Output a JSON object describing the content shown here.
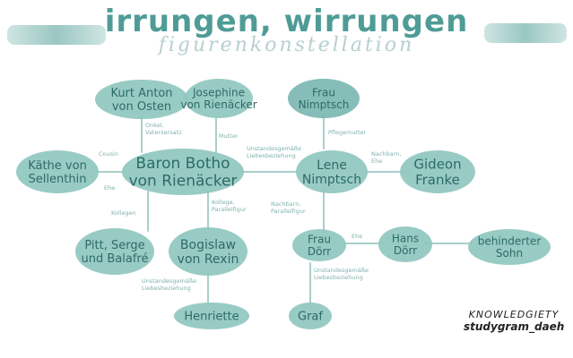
{
  "header": {
    "title": "irrungen, wirrungen",
    "subtitle": "figurenkonstellation"
  },
  "nodes": {
    "kurt": [
      "Kurt Anton",
      "von Osten"
    ],
    "josephine": [
      "Josephine",
      "von Rienäcker"
    ],
    "nimptsch": [
      "Frau",
      "Nimptsch"
    ],
    "kaethe": [
      "Käthe von",
      "Sellenthin"
    ],
    "botho": [
      "Baron Botho",
      "von Rienäcker"
    ],
    "lene": [
      "Lene",
      "Nimptsch"
    ],
    "gideon": [
      "Gideon",
      "Franke"
    ],
    "pitt": [
      "Pitt, Serge",
      "und Balafré"
    ],
    "bogislaw": [
      "Bogislaw",
      "von Rexin"
    ],
    "frau_doerr": [
      "Frau",
      "Dörr"
    ],
    "hans_doerr": [
      "Hans",
      "Dörr"
    ],
    "sohn": [
      "behinderter",
      "Sohn"
    ],
    "henriette": [
      "Henriette"
    ],
    "graf": [
      "Graf"
    ]
  },
  "relations": {
    "kurt_botho": [
      "Onkel,",
      "Vatersersatz"
    ],
    "josephine_botho": [
      "Mutter"
    ],
    "kaethe_botho_cousin": [
      "Cousin"
    ],
    "kaethe_botho_ehe": [
      "Ehe"
    ],
    "botho_lene": [
      "Unstandesgemäße",
      "Liebesbeziehung"
    ],
    "nimptsch_lene": [
      "Pflegemutter"
    ],
    "lene_gideon": [
      "Nachbarn,",
      "Ehe"
    ],
    "botho_pitt": [
      "Kollegen"
    ],
    "botho_bogislaw": [
      "Kollege,",
      "Parallelfigur"
    ],
    "lene_frau_doerr": [
      "Nachbarn,",
      "Parallelfigur"
    ],
    "frau_doerr_hans": [
      "Ehe"
    ],
    "bogislaw_henriette": [
      "Unstandesgemäße",
      "Liebesbeziehung"
    ],
    "frau_doerr_graf": [
      "Unstandesgemäße",
      "Liebesbeziehung"
    ]
  },
  "watermark": {
    "top": "KNOWLEDGIETY",
    "bottom": "studygram_daeh"
  },
  "colors": {
    "node_fill": "#8ec5bf",
    "node_fill_dark": "#79b6b0",
    "node_text": "#2d6b66",
    "line": "#a9cfca",
    "label": "#7fb2ad",
    "title": "#4f9c96"
  }
}
